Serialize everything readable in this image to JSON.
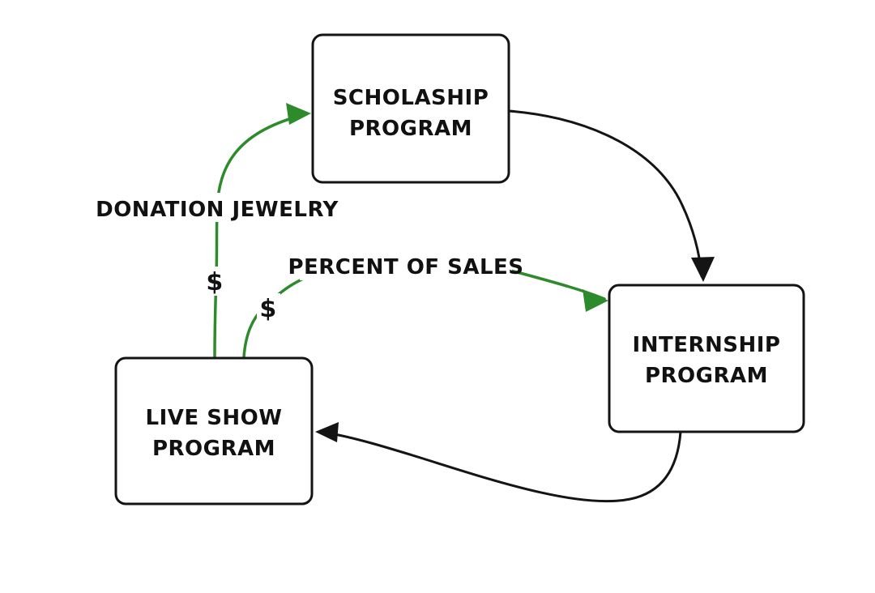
{
  "diagram": {
    "colors": {
      "line_black": "#141414",
      "accent_green": "#2e8b2c",
      "text": "#111111",
      "node_fill": "#ffffff"
    },
    "nodes": [
      {
        "id": "scholarship",
        "line1": "SCHOLASHIP",
        "line2": "PROGRAM"
      },
      {
        "id": "internship",
        "line1": "INTERNSHIP",
        "line2": "PROGRAM"
      },
      {
        "id": "liveshow",
        "line1": "LIVE SHOW",
        "line2": "PROGRAM"
      }
    ],
    "edge_labels": {
      "donation": "DONATION JEWELRY",
      "donation_dollar": "$",
      "percent": "PERCENT OF SALES",
      "percent_dollar": "$"
    },
    "edges": [
      {
        "from": "liveshow",
        "to": "scholarship",
        "label": "DONATION JEWELRY",
        "money": "$",
        "color": "green"
      },
      {
        "from": "liveshow",
        "to": "internship",
        "label": "PERCENT OF SALES",
        "money": "$",
        "color": "green"
      },
      {
        "from": "scholarship",
        "to": "internship",
        "label": "",
        "color": "black"
      },
      {
        "from": "internship",
        "to": "liveshow",
        "label": "",
        "color": "black"
      }
    ]
  }
}
